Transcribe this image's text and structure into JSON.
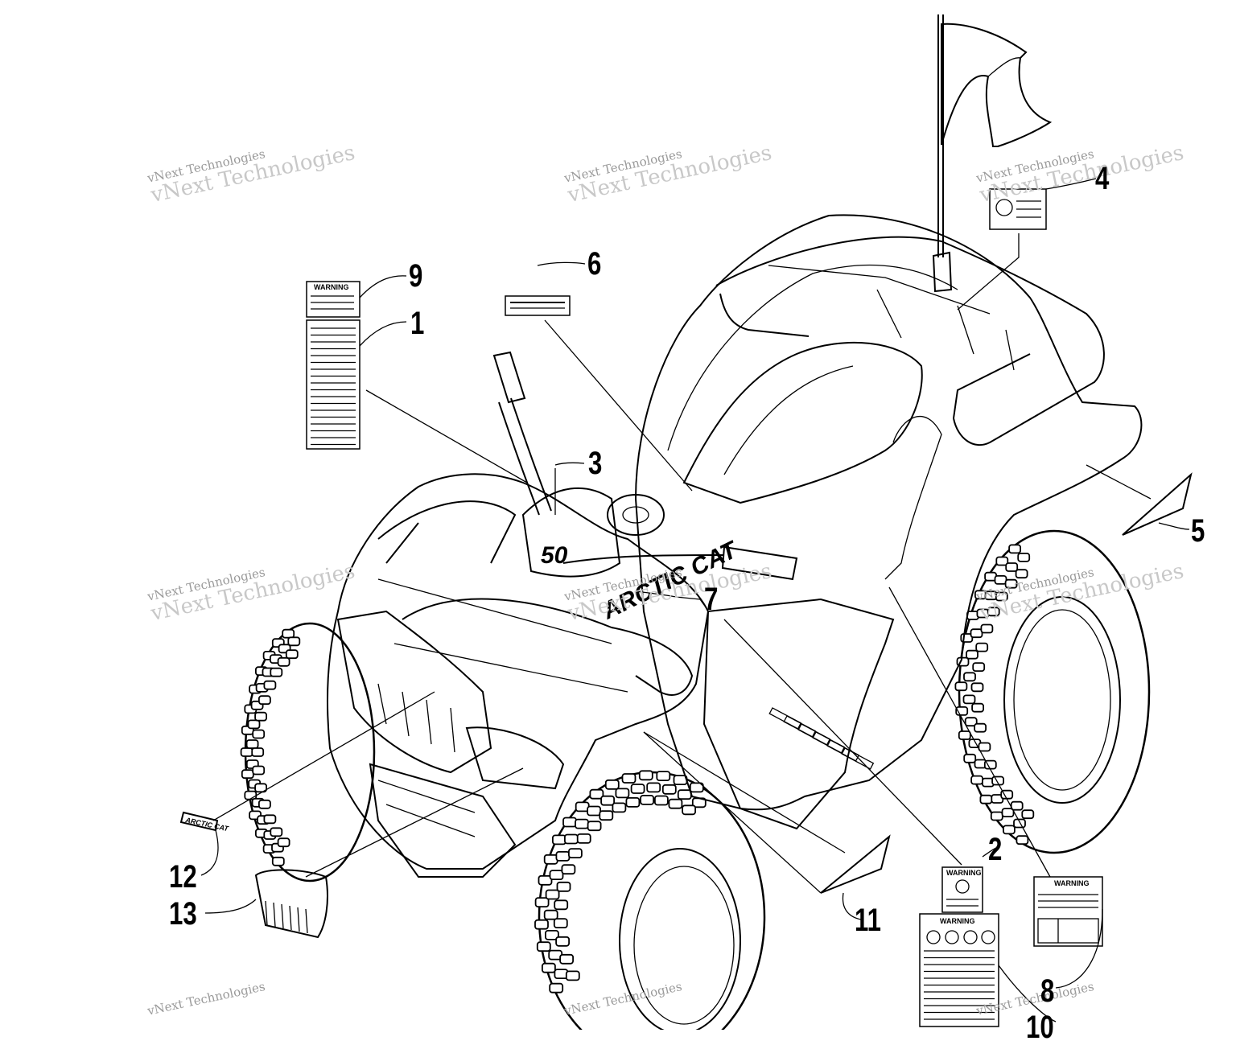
{
  "watermark": {
    "line1": "vNext Technologies",
    "line2": "vNext Technologies"
  },
  "callouts": [
    {
      "id": "1",
      "label": "1"
    },
    {
      "id": "2",
      "label": "2"
    },
    {
      "id": "3",
      "label": "3"
    },
    {
      "id": "4",
      "label": "4"
    },
    {
      "id": "5",
      "label": "5"
    },
    {
      "id": "6",
      "label": "6"
    },
    {
      "id": "7",
      "label": "7"
    },
    {
      "id": "8",
      "label": "8"
    },
    {
      "id": "9",
      "label": "9"
    },
    {
      "id": "10",
      "label": "10"
    },
    {
      "id": "11",
      "label": "11"
    },
    {
      "id": "12",
      "label": "12"
    },
    {
      "id": "13",
      "label": "13"
    }
  ],
  "decals": {
    "warning": "WARNING",
    "brand": "ARCTIC CAT",
    "model_badge": "50"
  },
  "colors": {
    "line": "#000000",
    "background": "#ffffff",
    "watermark": "#9a9a9a"
  }
}
